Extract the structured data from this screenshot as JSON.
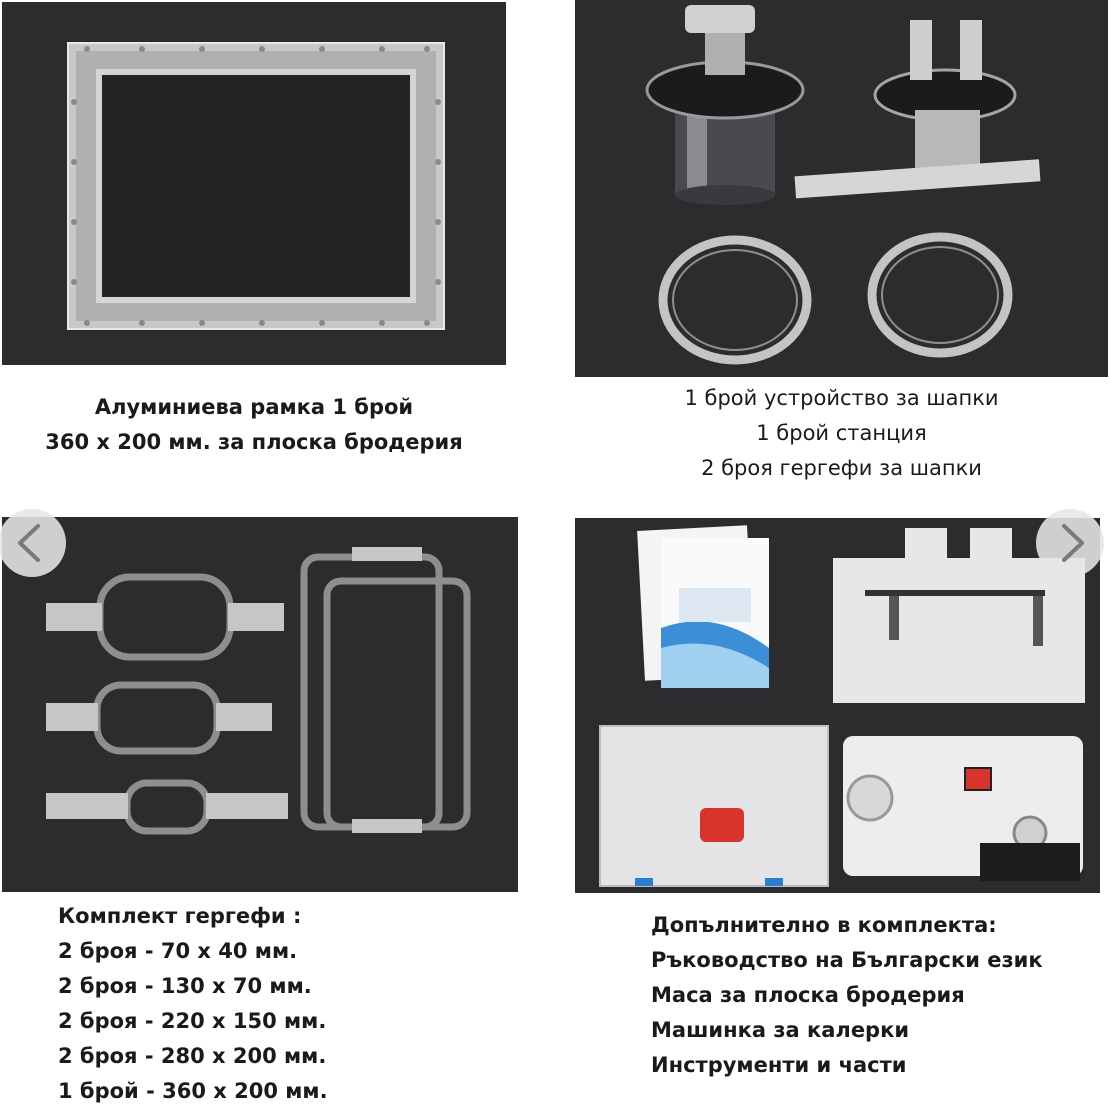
{
  "panels": {
    "frame": {
      "caption": [
        "Алуминиева рамка 1 брой",
        "360 х 200 мм. за плоска бродерия"
      ]
    },
    "cap_device": {
      "caption": [
        "1 брой устройство за шапки",
        "1 брой станция",
        "2 броя гергефи за шапки"
      ]
    },
    "hoops": {
      "caption": [
        "Комплект гергефи :",
        "2 броя - 70 х 40 мм.",
        "2 броя - 130 х 70 мм.",
        "2 броя - 220 х 150 мм.",
        "2 броя - 280 х 200 мм.",
        "1 брой - 360 х 200 мм."
      ]
    },
    "extras": {
      "caption": [
        "Допълнително в комплекта:",
        "Ръководство на Български език",
        "Маса за плоска бродерия",
        "Машинка за калерки",
        "Инструменти и части"
      ]
    }
  },
  "nav": {
    "prev_icon": "chevron-left-icon",
    "next_icon": "chevron-right-icon"
  },
  "colors": {
    "panel_bg": "#2c2c2e",
    "metal": "#c9c9c9",
    "accent_red": "#d9342b",
    "accent_blue": "#2a7fd0"
  }
}
